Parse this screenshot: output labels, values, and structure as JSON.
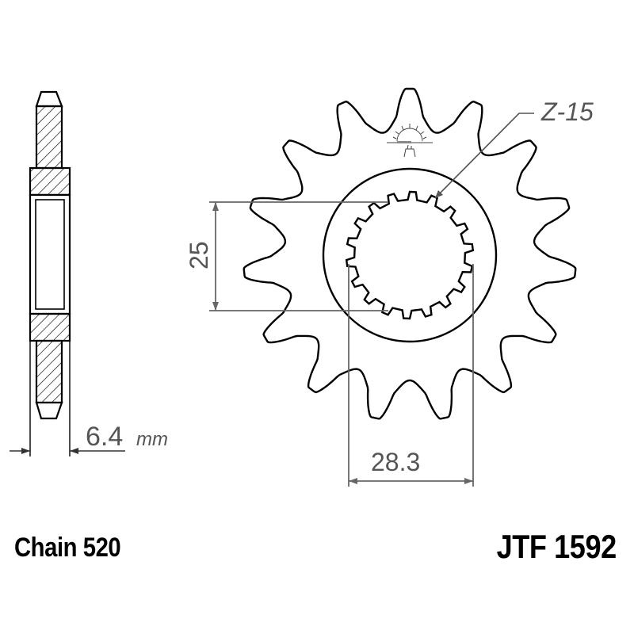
{
  "drawing": {
    "type": "front sprocket technical drawing",
    "teeth_label": "Z-15",
    "teeth_count": 15,
    "spline_count": 18,
    "dimensions": {
      "inner_spline_diameter": "25",
      "outer_spline_diameter": "28.3",
      "thickness_value": "6.4",
      "thickness_unit": "mm"
    },
    "colors": {
      "outline": "#000000",
      "dimension_lines": "#666666",
      "dimension_text": "#555555",
      "background": "#ffffff"
    }
  },
  "footer": {
    "chain_label": "Chain 520",
    "part_number": "JTF 1592"
  }
}
